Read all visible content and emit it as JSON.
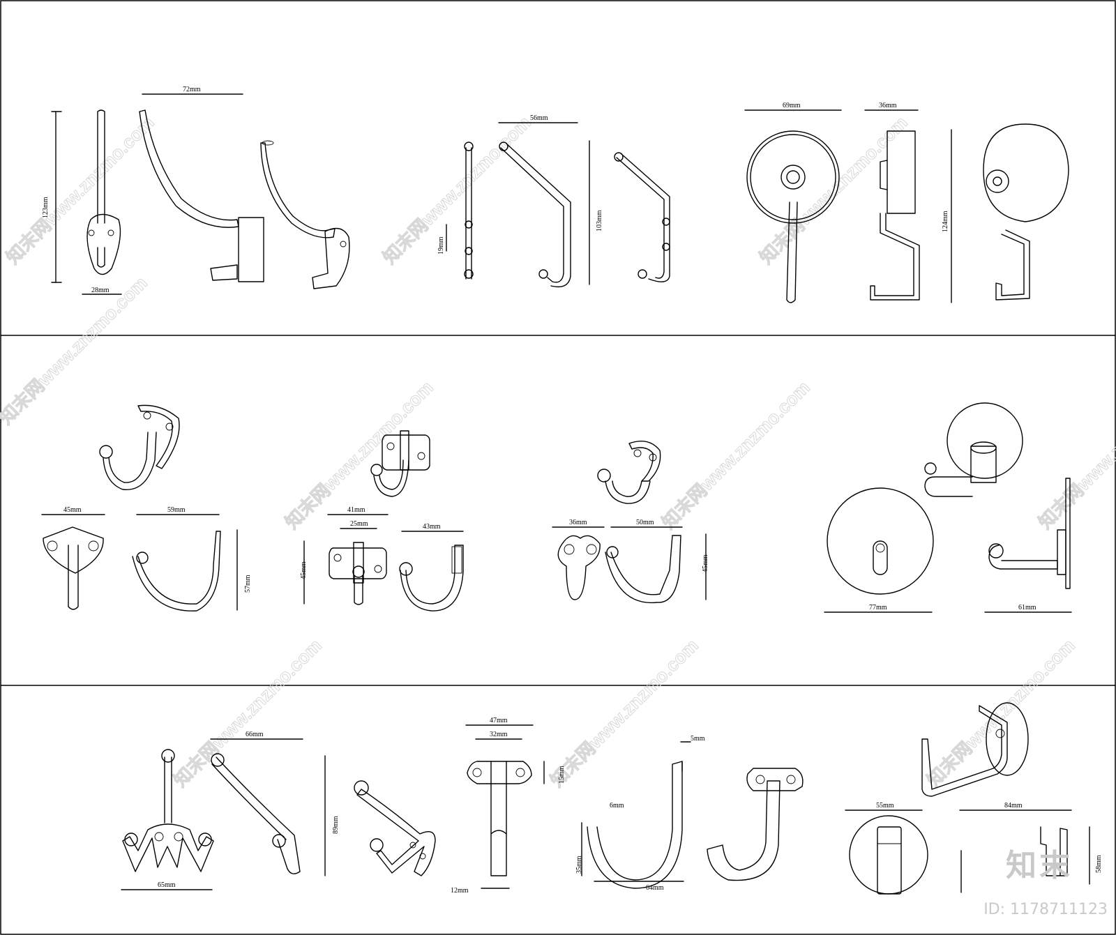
{
  "sheet": {
    "panels": [
      {
        "dimensions": [
          "123mm",
          "28mm",
          "72mm",
          "56mm",
          "19mm",
          "103mm",
          "69mm",
          "36mm",
          "124mm"
        ]
      },
      {
        "dimensions": [
          "45mm",
          "59mm",
          "57mm",
          "41mm",
          "25mm",
          "45mm",
          "43mm",
          "36mm",
          "50mm",
          "45mm",
          "77mm",
          "61mm"
        ]
      },
      {
        "dimensions": [
          "66mm",
          "89mm",
          "65mm",
          "47mm",
          "32mm",
          "15mm",
          "12mm",
          "5mm",
          "6mm",
          "35mm",
          "64mm",
          "55mm",
          "84mm",
          "58mm"
        ]
      }
    ]
  },
  "watermark": {
    "url_text": "知末网www.znzmo.com",
    "brand": "知末",
    "id_text": "ID: 1178711123"
  }
}
